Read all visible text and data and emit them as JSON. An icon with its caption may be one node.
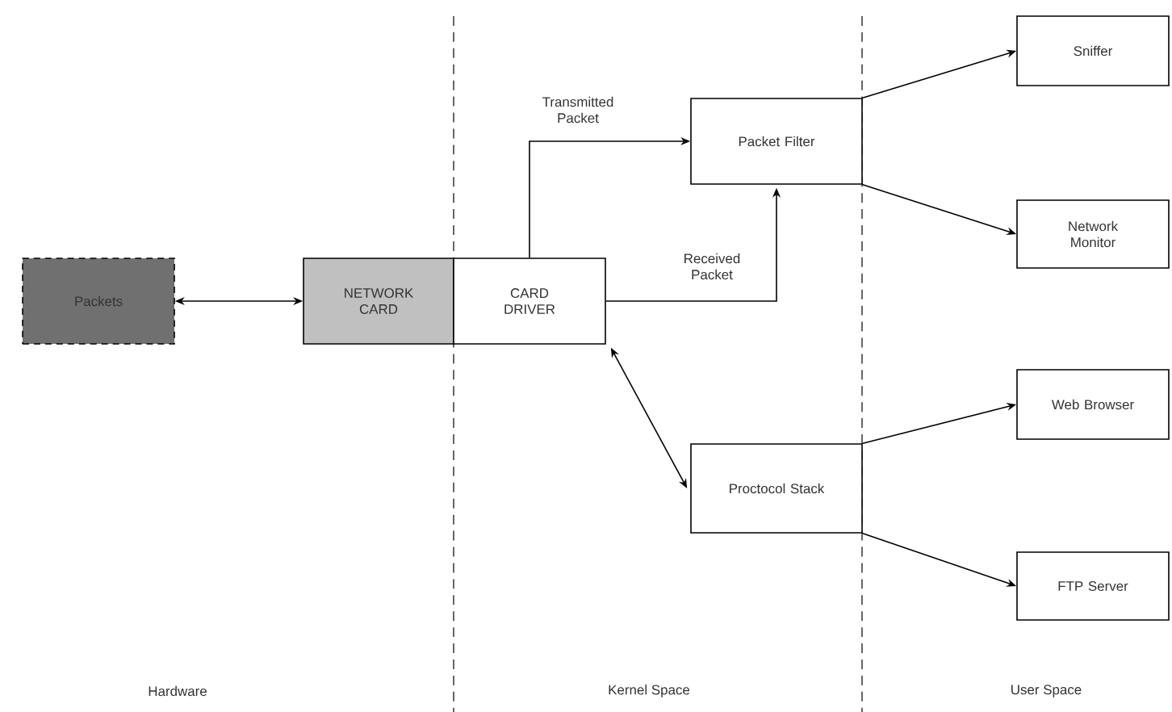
{
  "diagram": {
    "nodes": [
      {
        "text": [
          "Packets"
        ]
      },
      {
        "text": [
          "NETWORK CARD"
        ]
      },
      {
        "text": [
          "CARD DRIVER"
        ]
      },
      {
        "text": [
          "Packet Filter"
        ]
      },
      {
        "text": [
          "Proctocol Stack"
        ]
      },
      {
        "text": [
          "Sniffer"
        ]
      },
      {
        "text": [
          "Network Monitor"
        ]
      },
      {
        "text": [
          "Web Browser"
        ]
      },
      {
        "text": [
          "FTP Server"
        ]
      }
    ],
    "edges": [
      {
        "from": 0,
        "to": 1,
        "arrow": "both"
      },
      {
        "from": 2,
        "to": 3,
        "arrow": "to",
        "label": "Transmitted Packet"
      },
      {
        "from": 2,
        "to": 3,
        "arrow": "to",
        "label": "Received Packet"
      },
      {
        "from": 2,
        "to": 4,
        "arrow": "both"
      },
      {
        "from": 3,
        "to": 5,
        "arrow": "to"
      },
      {
        "from": 3,
        "to": 6,
        "arrow": "to"
      },
      {
        "from": 4,
        "to": 7,
        "arrow": "to"
      },
      {
        "from": 4,
        "to": 8,
        "arrow": "to"
      }
    ],
    "labels": [
      "Hardware",
      "Kernel Space",
      "User Space"
    ]
  }
}
